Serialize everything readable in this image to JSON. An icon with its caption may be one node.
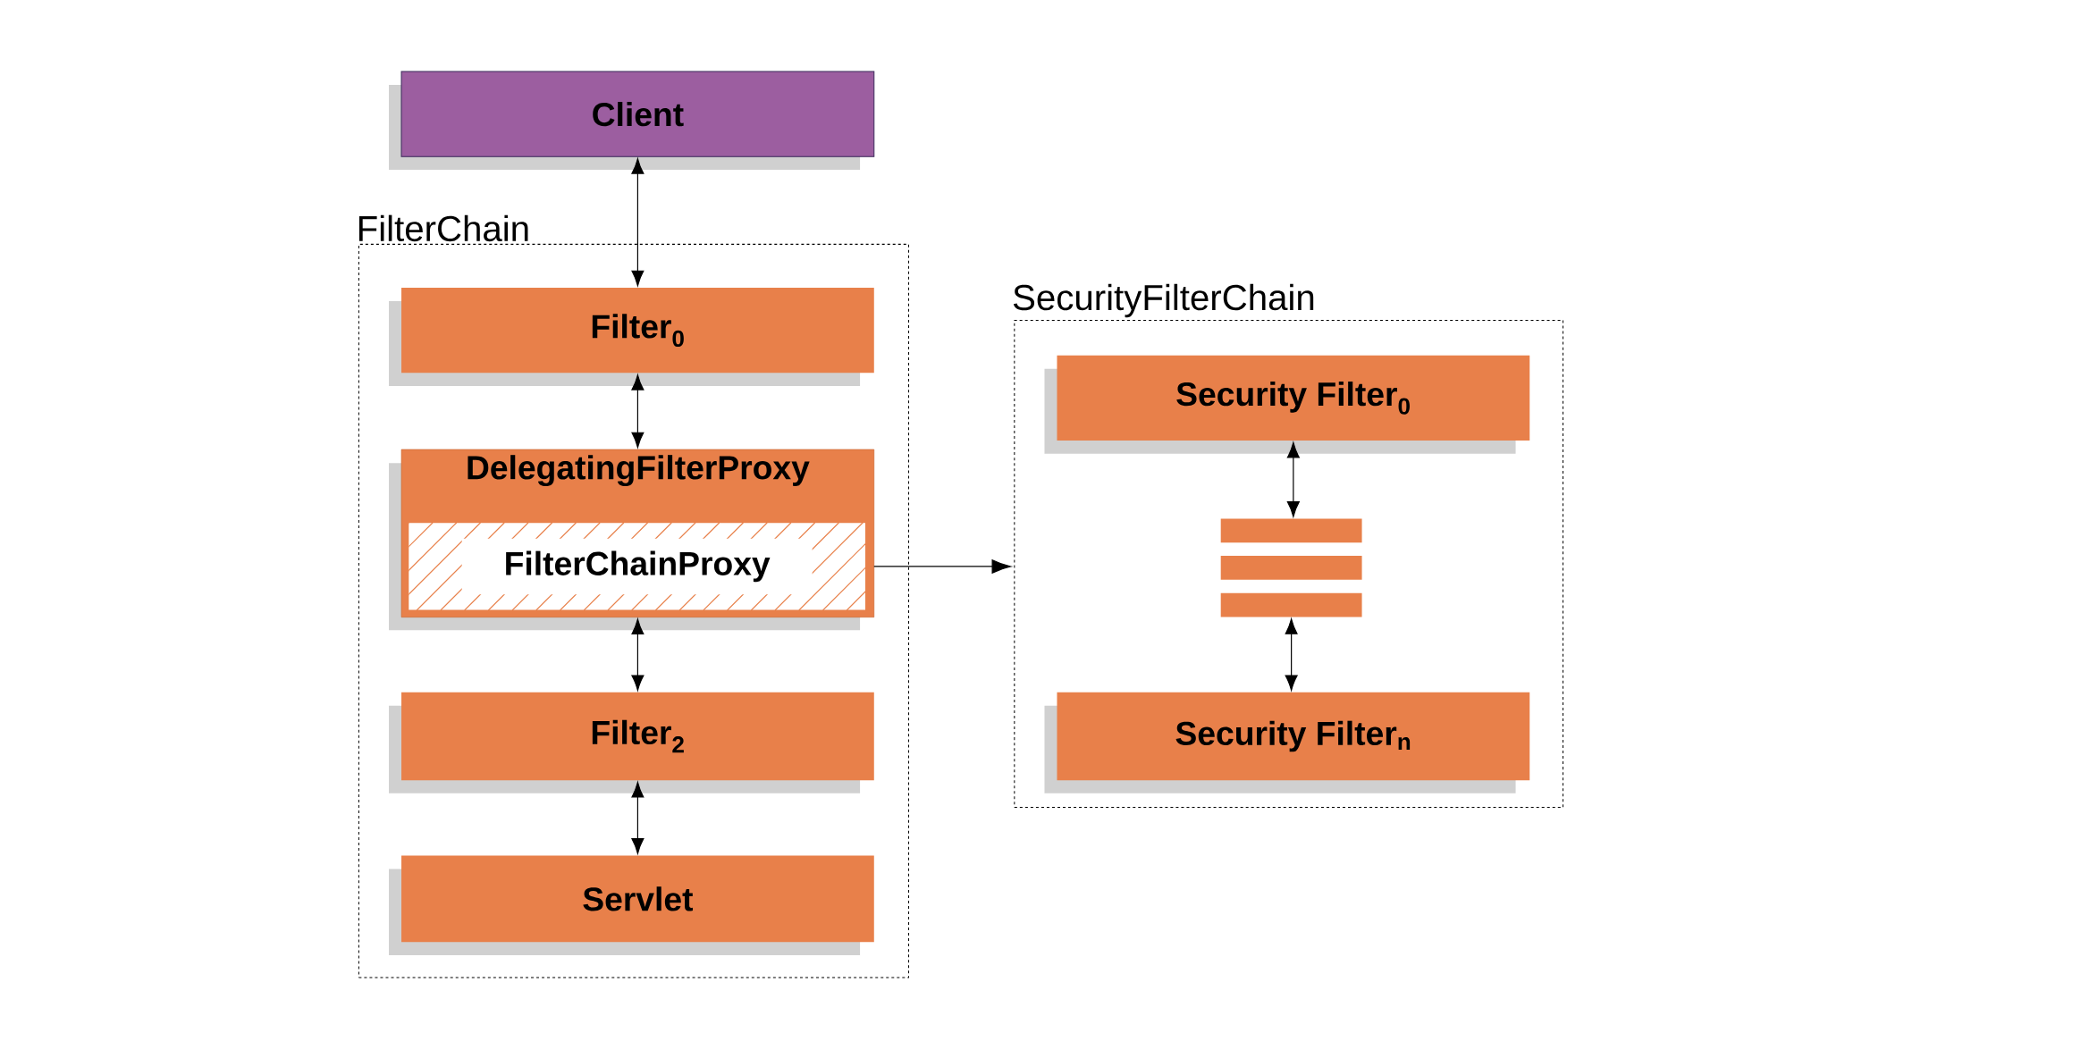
{
  "diagram": {
    "nodes": [
      {
        "text": [
          "Client"
        ]
      },
      {
        "text": [
          "FilterChain"
        ]
      },
      {
        "text": [
          "Filter$_{0}$"
        ],
        "in": 1
      },
      {
        "text": [
          "DelegatingFilterProxy"
        ],
        "in": 1
      },
      {
        "text": [
          "FilterChainProxy"
        ],
        "in": 3
      },
      {
        "text": [
          "Filter$_{2}$"
        ],
        "in": 1
      },
      {
        "text": [
          "Servlet"
        ],
        "in": 1
      },
      {
        "text": [
          "SecurityFilterChain"
        ]
      },
      {
        "text": [
          "Security Filter$_{0}$"
        ],
        "in": 7
      },
      {
        "text": [],
        "shape": "bar",
        "in": 7
      },
      {
        "text": [],
        "shape": "bar",
        "in": 7
      },
      {
        "text": [],
        "shape": "bar",
        "in": 7
      },
      {
        "text": [
          "Security Filter$_{n}$"
        ],
        "in": 7
      }
    ],
    "edges": [
      {
        "from": 0,
        "to": 2,
        "arrow": "both"
      },
      {
        "from": 2,
        "to": 3,
        "arrow": "both"
      },
      {
        "from": 3,
        "to": 5,
        "arrow": "both"
      },
      {
        "from": 5,
        "to": 6,
        "arrow": "both"
      },
      {
        "from": 4,
        "to": 7,
        "arrow": "to"
      },
      {
        "from": 8,
        "to": 9,
        "arrow": "both"
      },
      {
        "from": 11,
        "to": 12,
        "arrow": "both"
      }
    ]
  }
}
